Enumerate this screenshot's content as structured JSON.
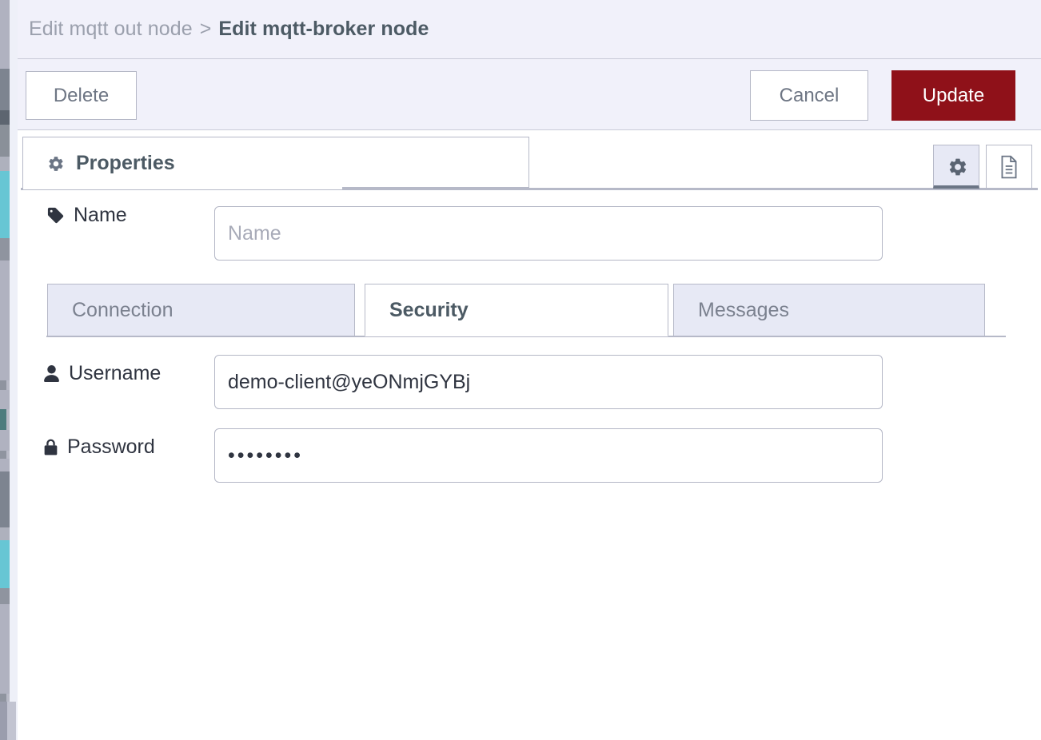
{
  "header": {
    "breadcrumb_parent": "Edit mqtt out node",
    "breadcrumb_separator": ">",
    "breadcrumb_current": "Edit mqtt-broker node"
  },
  "toolbar": {
    "delete_label": "Delete",
    "cancel_label": "Cancel",
    "update_label": "Update",
    "update_color": "#8f1119"
  },
  "tabs": {
    "properties_label": "Properties",
    "properties_icon": "gear-icon",
    "view_toggle": [
      {
        "icon": "gear-icon",
        "active": true
      },
      {
        "icon": "description-icon",
        "active": false
      }
    ]
  },
  "form": {
    "name": {
      "label": "Name",
      "icon": "tag-icon",
      "value": "",
      "placeholder": "Name"
    },
    "subtabs": [
      {
        "label": "Connection",
        "active": false
      },
      {
        "label": "Security",
        "active": true
      },
      {
        "label": "Messages",
        "active": false
      }
    ],
    "username": {
      "label": "Username",
      "icon": "user-icon",
      "value": "demo-client@yeONmjGYBj",
      "placeholder": ""
    },
    "password": {
      "label": "Password",
      "icon": "lock-icon",
      "value": "••••••••",
      "placeholder": ""
    }
  },
  "colors": {
    "header_bg": "#f1f1fa",
    "border": "#b6b9c8",
    "tab_inactive_bg": "#e7e9f5",
    "text_primary": "#2f3440",
    "text_muted": "#9ba0ad"
  }
}
